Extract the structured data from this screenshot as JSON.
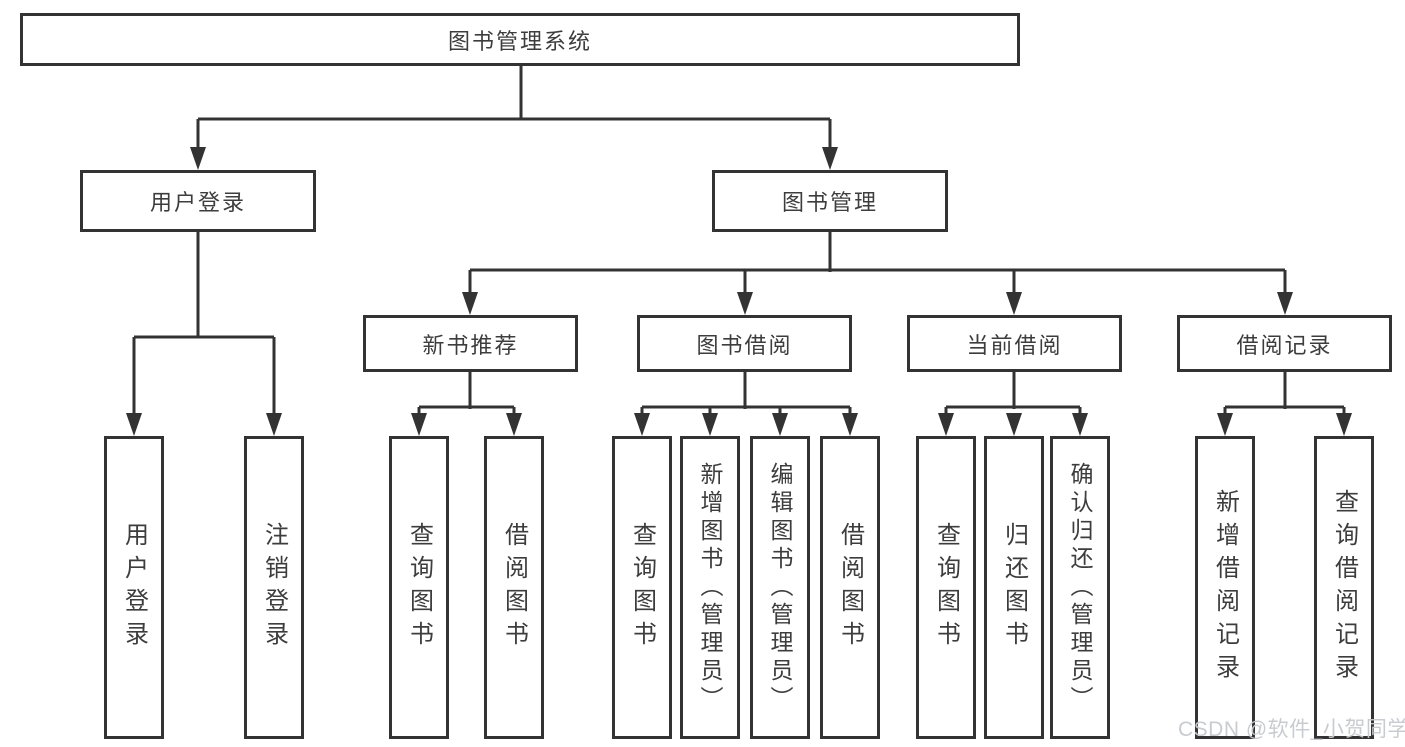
{
  "diagram_type": "hierarchy-tree",
  "colors": {
    "line": "#333333",
    "box_border": "#333333",
    "text": "#3d3d3d",
    "background": "#ffffff",
    "watermark": "#c5c9cd"
  },
  "tree": {
    "root": {
      "label": "图书管理系统",
      "children": [
        {
          "label": "用户登录",
          "children": [
            {
              "label": "用户登录"
            },
            {
              "label": "注销登录"
            }
          ]
        },
        {
          "label": "图书管理",
          "children": [
            {
              "label": "新书推荐",
              "children": [
                {
                  "label": "查询图书"
                },
                {
                  "label": "借阅图书"
                }
              ]
            },
            {
              "label": "图书借阅",
              "children": [
                {
                  "label": "查询图书"
                },
                {
                  "label": "新增图书（管理员）"
                },
                {
                  "label": "编辑图书（管理员）"
                },
                {
                  "label": "借阅图书"
                }
              ]
            },
            {
              "label": "当前借阅",
              "children": [
                {
                  "label": "查询图书"
                },
                {
                  "label": "归还图书"
                },
                {
                  "label": "确认归还（管理员）"
                }
              ]
            },
            {
              "label": "借阅记录",
              "children": [
                {
                  "label": "新增借阅记录"
                },
                {
                  "label": "查询借阅记录"
                }
              ]
            }
          ]
        }
      ]
    }
  },
  "watermark": {
    "text": "CSDN @软件_小贺同学"
  }
}
